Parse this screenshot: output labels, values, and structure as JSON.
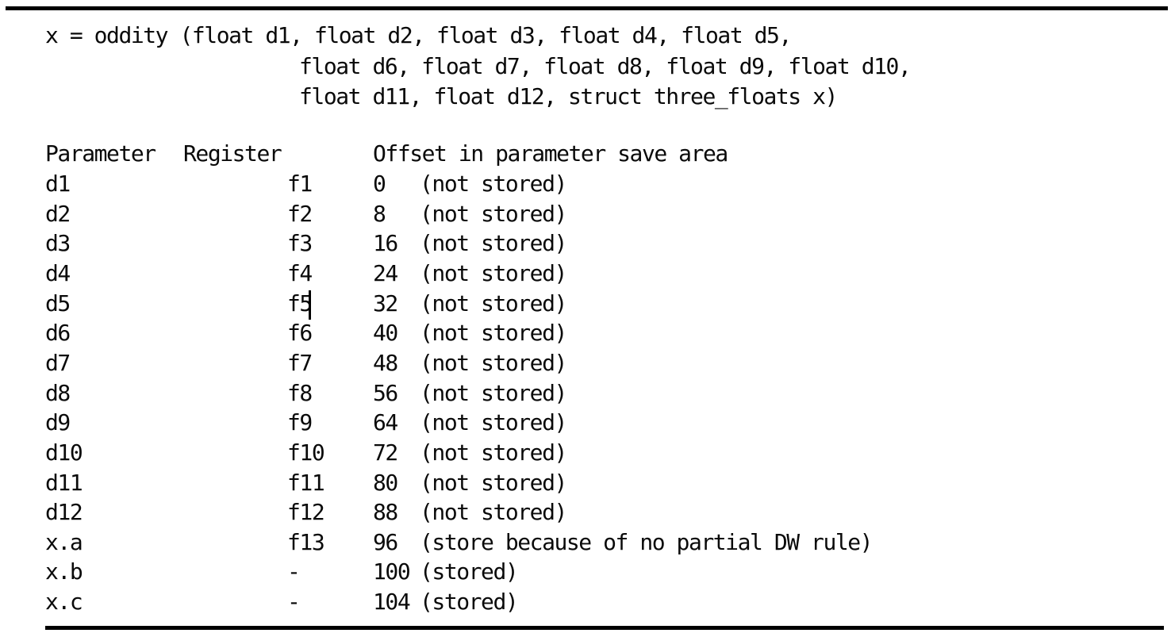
{
  "figure": {
    "kind": "parameter-passing-example",
    "colors": {
      "background": "#ffffff",
      "text": "#0a0a0a",
      "rule": "#000000",
      "caret": "#000000"
    }
  },
  "code": {
    "line1": "x = oddity (float d1, float d2, float d3, float d4, float d5,",
    "line2": "float d6, float d7, float d8, float d9, float d10,",
    "line3": "float d11, float d12, struct three_floats x)"
  },
  "table": {
    "headers": {
      "parameter": "Parameter",
      "register": "Register",
      "offset": "Offset in parameter save area"
    },
    "rows": [
      {
        "param": "d1",
        "register": "f1",
        "offset": "0",
        "note": "(not stored)"
      },
      {
        "param": "d2",
        "register": "f2",
        "offset": "8",
        "note": "(not stored)"
      },
      {
        "param": "d3",
        "register": "f3",
        "offset": "16",
        "note": "(not stored)"
      },
      {
        "param": "d4",
        "register": "f4",
        "offset": "24",
        "note": "(not stored)"
      },
      {
        "param": "d5",
        "register": "f5",
        "offset": "32",
        "note": "(not stored)"
      },
      {
        "param": "d6",
        "register": "f6",
        "offset": "40",
        "note": "(not stored)"
      },
      {
        "param": "d7",
        "register": "f7",
        "offset": "48",
        "note": "(not stored)"
      },
      {
        "param": "d8",
        "register": "f8",
        "offset": "56",
        "note": "(not stored)"
      },
      {
        "param": "d9",
        "register": "f9",
        "offset": "64",
        "note": "(not stored)"
      },
      {
        "param": "d10",
        "register": "f10",
        "offset": "72",
        "note": "(not stored)"
      },
      {
        "param": "d11",
        "register": "f11",
        "offset": "80",
        "note": "(not stored)"
      },
      {
        "param": "d12",
        "register": "f12",
        "offset": "88",
        "note": "(not stored)"
      },
      {
        "param": "x.a",
        "register": "f13",
        "offset": "96",
        "note": "(store because of no partial DW rule)"
      },
      {
        "param": "x.b",
        "register": "-",
        "offset": "100",
        "note": "(stored)"
      },
      {
        "param": "x.c",
        "register": "-",
        "offset": "104",
        "note": "(stored)"
      }
    ]
  },
  "cursor": {
    "visible": true,
    "after_text": "f5"
  }
}
